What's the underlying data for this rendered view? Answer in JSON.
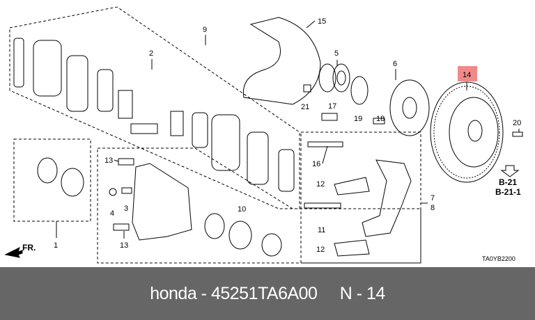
{
  "diagram": {
    "callouts": {
      "c15": "15",
      "c9": "9",
      "c2": "2",
      "c5": "5",
      "c6": "6",
      "c14": "14",
      "c21": "21",
      "c17": "17",
      "c19": "19",
      "c18": "18",
      "c20": "20",
      "c13a": "13",
      "c16": "16",
      "c12a": "12",
      "c4": "4",
      "c3": "3",
      "c10": "10",
      "c7": "7",
      "c8": "8",
      "c11": "11",
      "c1": "1",
      "c13b": "13",
      "c12b": "12"
    },
    "refs": {
      "ref1": "B-21",
      "ref2": "B-21-1"
    },
    "direction": "FR.",
    "diagram_code": "TA0YB2200",
    "highlight_color": "#f08a8a"
  },
  "footer": {
    "brand": "honda",
    "separator": " - ",
    "part_number": "45251TA6A00",
    "position": "N - 14"
  }
}
